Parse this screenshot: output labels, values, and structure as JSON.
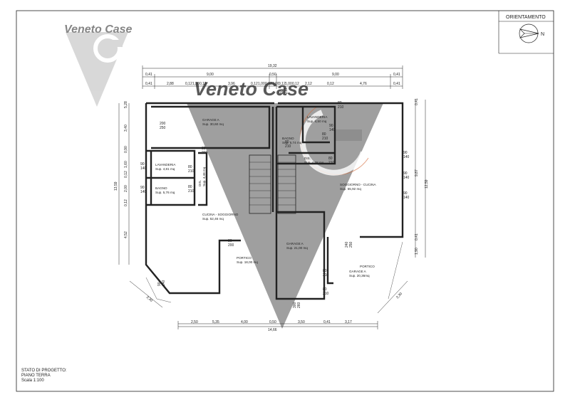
{
  "brand": {
    "name": "Veneto Case",
    "watermark_color": "#8a8a8a",
    "accent_color": "#d46a3a"
  },
  "orientation": {
    "title": "ORIENTAMENTO",
    "north": "N"
  },
  "dims_top": {
    "overall": "19,32",
    "row1": [
      "0,41",
      "9,00",
      "0,50",
      "9,00",
      "0,41"
    ],
    "row2": [
      "0,41",
      "2,88",
      "0,12",
      "1,20",
      "0,12",
      "3,96",
      "0,12",
      "1,00",
      "0,12",
      "1,00",
      "0,12",
      "1,00",
      "0,12",
      "2,12",
      "0,12",
      "4,76",
      "0,41"
    ]
  },
  "dims_bottom": {
    "segments": [
      "2,50",
      "5,35",
      "4,00",
      "0,50",
      "3,50",
      "0,41",
      "3,17"
    ],
    "overall": "14,66"
  },
  "dims_left": [
    "5,28",
    "3,40",
    "0,90",
    "1,60",
    "0,12",
    "2,00",
    "0,12",
    "4,52"
  ],
  "dims_left_total": "13,59",
  "dims_right": [
    "0,41",
    "9,87",
    "0,41",
    "1,90"
  ],
  "dims_right_total": "12,59",
  "rooms": {
    "garage_a1": {
      "name": "GARAGE A",
      "area": "Sup. 30,60 mq"
    },
    "lavanderia_right": {
      "name": "LAVANDERIA",
      "area": "Sup. 4,50 mq"
    },
    "bagno_right": {
      "name": "BAGNO",
      "area": "Sup. 5,74 mq"
    },
    "dis_right": {
      "name": "DIS.",
      "area": "Sup. 4,08 mq"
    },
    "lavanderia_left": {
      "name": "LAVANDERIA",
      "area": "Sup. 4,81 mq"
    },
    "bagno_left": {
      "name": "BAGNO",
      "area": "Sup. 5,76 mq"
    },
    "dis_left": {
      "name": "DIS.",
      "area": "Sup. 4,48 mq"
    },
    "cucina_soggiorno": {
      "name": "CUCINA - SOGGIORNO",
      "area": "Sup. 52,46 mq"
    },
    "soggiorno_cucina": {
      "name": "SOGGIORNO - CUCINA",
      "area": "Sup. 55,92 mq"
    },
    "garage_a2": {
      "name": "GARAGE A",
      "area": "Sup. 21,00 mq"
    },
    "portico_left": {
      "name": "PORTICO",
      "area": "Sup. 18,00 mq"
    },
    "portico_right": {
      "name": "PORTICO",
      "area": ""
    },
    "garage_a3": {
      "name": "GARAGE A",
      "area": "Sup. 20,36mq"
    }
  },
  "openings": {
    "o1": [
      "200",
      "250"
    ],
    "o2": [
      "80",
      "210"
    ],
    "o3": [
      "90",
      "140"
    ],
    "o4": [
      "90",
      "140"
    ],
    "o5": [
      "80",
      "210"
    ],
    "o6": [
      "80",
      "210"
    ],
    "o7": [
      "90",
      "140"
    ],
    "o8": [
      "90",
      "140"
    ],
    "o9": [
      "80",
      "210"
    ],
    "o10": [
      "90",
      "140"
    ],
    "o11": [
      "80",
      "210"
    ],
    "o12": [
      "90",
      "140"
    ],
    "o13": [
      "80",
      "210"
    ],
    "o14": [
      "80",
      "210"
    ],
    "o15": [
      "80",
      "210"
    ],
    "o16": [
      "80",
      "200"
    ],
    "o17": [
      "240",
      "250"
    ],
    "o18": [
      "300",
      "260"
    ],
    "o19": [
      "80",
      "210"
    ],
    "o20": [
      "80",
      "210"
    ],
    "o21": [
      "90",
      "140"
    ]
  },
  "porch_dims": {
    "left": "3,30",
    "right": "3,30"
  },
  "title_block": {
    "line1": "STATO DI PROGETTO:",
    "line2": "PIANO TERRA",
    "line3": "Scala 1:100"
  }
}
